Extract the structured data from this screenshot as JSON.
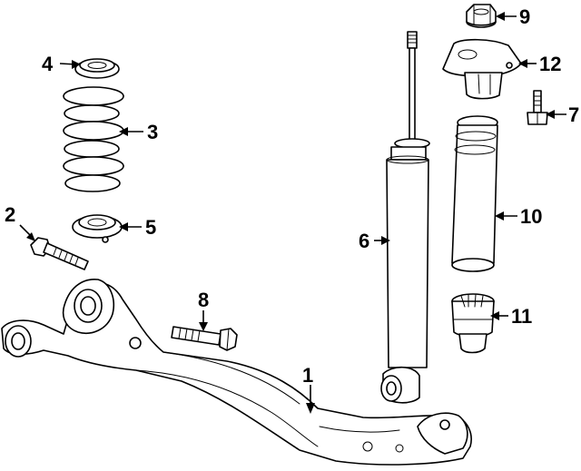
{
  "diagram": {
    "callouts": [
      {
        "id": "c1",
        "number": "1"
      },
      {
        "id": "c2",
        "number": "2"
      },
      {
        "id": "c3",
        "number": "3"
      },
      {
        "id": "c4",
        "number": "4"
      },
      {
        "id": "c5",
        "number": "5"
      },
      {
        "id": "c6",
        "number": "6"
      },
      {
        "id": "c7",
        "number": "7"
      },
      {
        "id": "c8",
        "number": "8"
      },
      {
        "id": "c9",
        "number": "9"
      },
      {
        "id": "c10",
        "number": "10"
      },
      {
        "id": "c11",
        "number": "11"
      },
      {
        "id": "c12",
        "number": "12"
      }
    ],
    "colors": {
      "line": "#000000",
      "background": "#ffffff"
    }
  }
}
